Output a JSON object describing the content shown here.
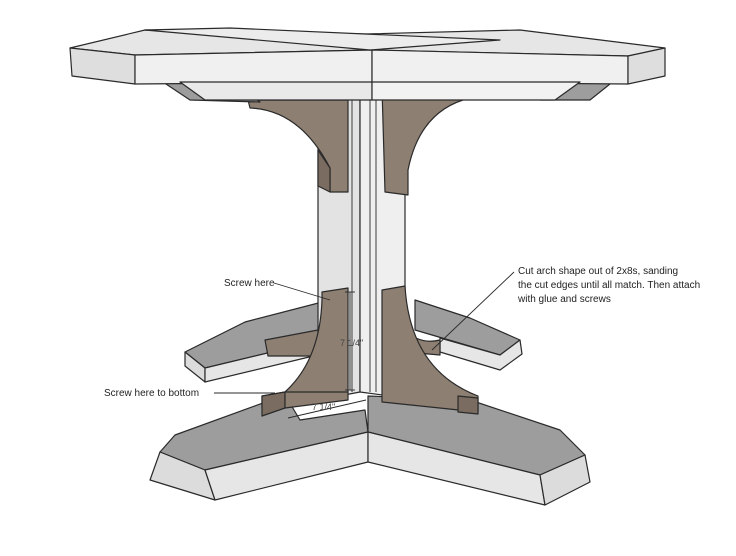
{
  "callouts": {
    "screw_here": "Screw here",
    "screw_here_bottom": "Screw here to bottom",
    "arch_line1": "Cut arch shape out of 2x8s, sanding",
    "arch_line2": "the cut edges until all match.  Then attach",
    "arch_line3": "with glue and screws"
  },
  "dimensions": {
    "height": "7 1/4\"",
    "width": "7 1/4\""
  },
  "colors": {
    "wood_light": "#e6e6e6",
    "wood_mid": "#cfcfcf",
    "wood_top": "#9d9d9d",
    "bracket": "#8d7f72",
    "bracket_dark": "#7a6c60",
    "outline": "#2a2a2a"
  }
}
